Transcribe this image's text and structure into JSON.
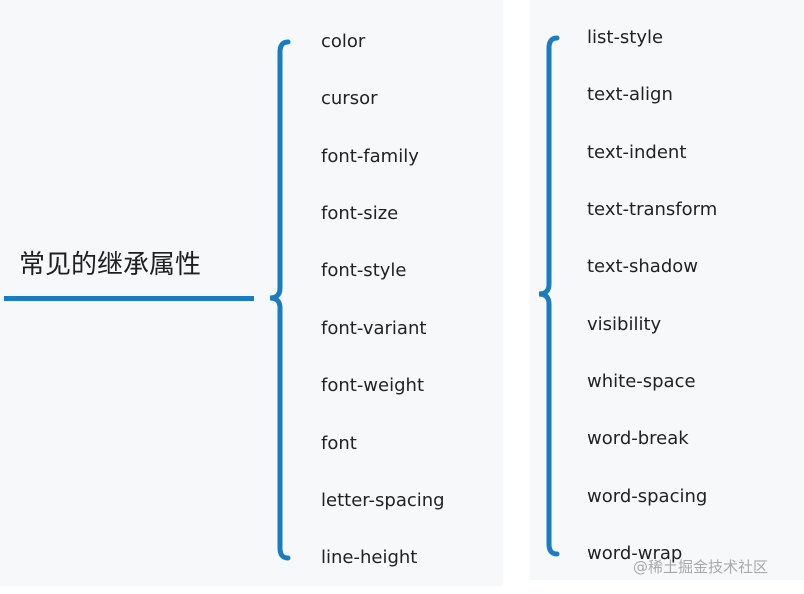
{
  "root": {
    "label": "常见的继承属性"
  },
  "colors": {
    "accent": "#1a7dc4",
    "text": "#222222",
    "panel": "#f7f8fa"
  },
  "left_group": {
    "items": [
      "color",
      "cursor",
      "font-family",
      "font-size",
      "font-style",
      "font-variant",
      "font-weight",
      "font",
      "letter-spacing",
      "line-height"
    ]
  },
  "right_group": {
    "items": [
      "list-style",
      "text-align",
      "text-indent",
      "text-transform",
      "text-shadow",
      "visibility",
      "white-space",
      "word-break",
      "word-spacing",
      "word-wrap"
    ]
  },
  "watermark": "@稀土掘金技术社区"
}
